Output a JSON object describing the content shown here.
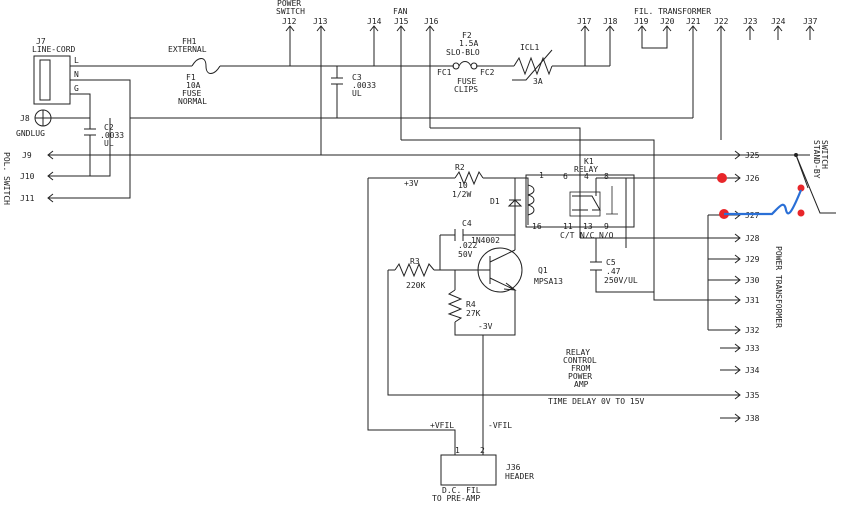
{
  "labels": {
    "power_switch_1": "POWER",
    "power_switch_2": "SWITCH",
    "fan": "FAN",
    "fil_transformer": "FIL. TRANSFORMER",
    "j7": "J7",
    "line_cord": "LINE-CORD",
    "l": "L",
    "n": "N",
    "g": "G",
    "j8": "J8",
    "gndlug": "GNDLUG",
    "fh1": "FH1",
    "external": "EXTERNAL",
    "f1": "F1",
    "f1_rating": "10A",
    "fuse": "FUSE",
    "normal": "NORMAL",
    "c3": "C3",
    "c3_val": ".0033",
    "c3_ul": "UL",
    "f2": "F2",
    "f2_rating": "1.5A",
    "slo_blo": "SLO-BLO",
    "fc1": "FC1",
    "fc2": "FC2",
    "fuse2": "FUSE",
    "clips": "CLIPS",
    "icl1": "ICL1",
    "icl1_rating": "3A",
    "c2": "C2",
    "c2_val": ".0033",
    "c2_ul": "UL",
    "pol_switch": "POL. SWITCH",
    "stand_by_1": "STAND-BY",
    "stand_by_2": "SWITCH",
    "plus3v": "+3V",
    "r2": "R2",
    "r2_val": "10",
    "r2_w": "1/2W",
    "k1": "K1",
    "relay": "RELAY",
    "pin1": "1",
    "pin6": "6",
    "pin4": "4",
    "pin8": "8",
    "pin16": "16",
    "pin11": "11",
    "pin13": "13",
    "pin9": "9",
    "ct": "C/T",
    "nc": "N/C",
    "no": "N/O",
    "d1": "D1",
    "d1_val": "1N4002",
    "c4": "C4",
    "c4_val": ".022",
    "c4_v": "50V",
    "q1": "Q1",
    "q1_val": "MPSA13",
    "r3": "R3",
    "r3_val": "220K",
    "r4": "R4",
    "r4_val": "27K",
    "minus3v": "-3V",
    "c5": "C5",
    "c5_val": ".47",
    "c5_v": "250V/UL",
    "power_transformer": "POWER TRANSFORMER",
    "relay_ctl_1": "RELAY",
    "relay_ctl_2": "CONTROL",
    "relay_ctl_3": "FROM",
    "relay_ctl_4": "POWER",
    "relay_ctl_5": "AMP",
    "time_delay": "TIME DELAY 0V TO 15V",
    "plus_vfil": "+VFIL",
    "minus_vfil": "-VFIL",
    "hdr_pin1": "1",
    "hdr_pin2": "2",
    "j36": "J36",
    "header": "HEADER",
    "dc_fil": "D.C. FIL",
    "to_preamp": "TO PRE-AMP"
  },
  "top_connectors": [
    "J12",
    "J13",
    "J14",
    "J15",
    "J16",
    "J17",
    "J18",
    "J19",
    "J20",
    "J21",
    "J22",
    "J23",
    "J24",
    "J37"
  ],
  "left_connectors": [
    "J9",
    "J10",
    "J11"
  ],
  "right_connectors": [
    "J25",
    "J26",
    "J27",
    "J28",
    "J29",
    "J30",
    "J31",
    "J32",
    "J33",
    "J34",
    "J35",
    "J38"
  ],
  "annotations": {
    "marker_color": "#e8262a",
    "wire_color": "#2a6fd6"
  }
}
